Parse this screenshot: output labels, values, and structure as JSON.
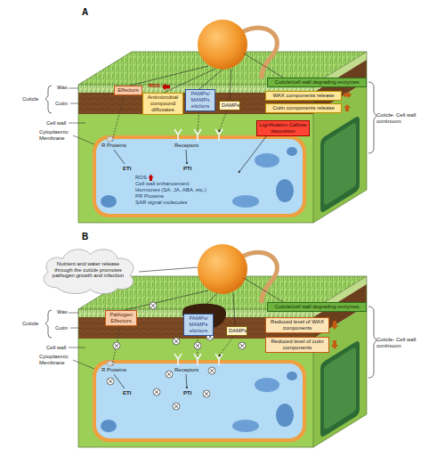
{
  "diagram": {
    "nodes": [
      {
        "text": [
          "Cuticle/cell wall degrading enzymes"
        ]
      },
      {
        "text": [
          "Effectors"
        ]
      },
      {
        "text": [
          "Antimicrobial compound diffusates"
        ]
      },
      {
        "text": [
          "PAMPs/ MAMPs elicitors"
        ]
      },
      {
        "text": [
          "DAMPs"
        ]
      },
      {
        "text": [
          "WAX components release"
        ]
      },
      {
        "text": [
          "Cutin components release"
        ]
      },
      {
        "text": [
          "Lignification Callose deposition"
        ]
      },
      {
        "text": [
          "Nutrient and water release through the cuticle promotes pathogen growth and infection"
        ]
      },
      {
        "text": [
          "Cuticle/cell wall degrading enzymes"
        ]
      },
      {
        "text": [
          "Pathogen Effectors"
        ]
      },
      {
        "text": [
          "PAMPs/ MAMPs elicitors"
        ]
      },
      {
        "text": [
          "DAMPs"
        ]
      },
      {
        "text": [
          "Reduced level of WAX components"
        ]
      },
      {
        "text": [
          "Reduced level of cutin components"
        ]
      }
    ],
    "labels": [
      "A",
      "ROS",
      "Wax",
      "Cuticle",
      "Cutin",
      "Cuticle- Cell wall continuum",
      "Cell wall",
      "Cytoplasmic Membrane",
      "R Proteins",
      "Receptors",
      "ETI",
      "PTI",
      "ROS",
      "Cell wall enhancement",
      "Hormones (SA, JA, ABA, etc.)",
      "PR Proteins",
      "SAR signal molecules",
      "B",
      "Wax",
      "Cuticle",
      "Cutin",
      "Cuticle- Cell wall continuum",
      "Cell wall",
      "Cytoplasmic Membrane",
      "R Proteins",
      "Receptors",
      "ETI",
      "PTI"
    ]
  }
}
